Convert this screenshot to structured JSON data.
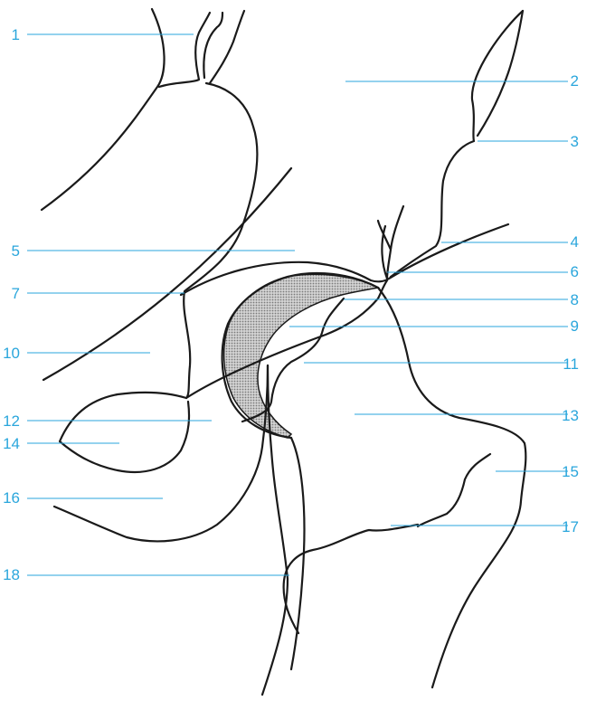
{
  "colors": {
    "label": "#2aa6dc",
    "outline": "#1a1a1a",
    "cartilage": "#b8b8b8"
  },
  "labels": [
    "1",
    "2",
    "3",
    "4",
    "5",
    "6",
    "7",
    "8",
    "9",
    "10",
    "11",
    "12",
    "13",
    "14",
    "15",
    "16",
    "17",
    "18"
  ]
}
